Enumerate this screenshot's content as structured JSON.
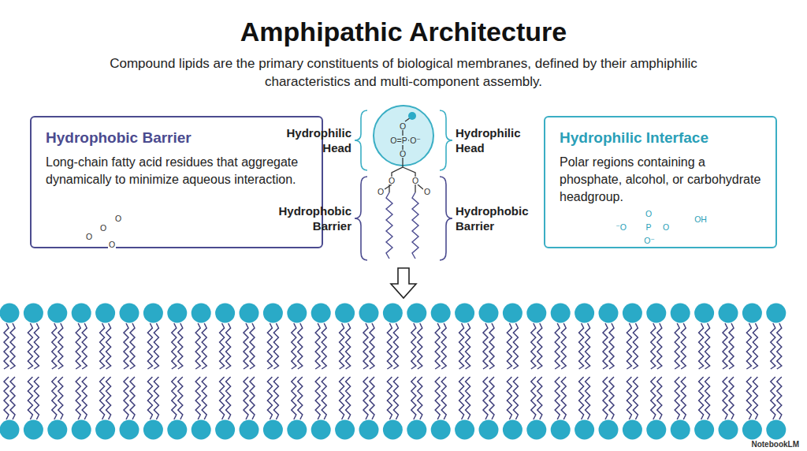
{
  "diagram": {
    "title": "Amphipathic Architecture",
    "caption": "Compound lipids are the primary constituents of biological membranes, defined by their amphiphilic characteristics and multi-component assembly.",
    "nodes": [
      {
        "text": [
          "Hydrophobic Barrier",
          "Long-chain fatty acid residues that aggregate dynamically to minimize aqueous interaction."
        ]
      },
      {
        "text": [
          "Hydrophilic Interface",
          "Polar regions containing a phosphate, alcohol, or carbohydrate headgroup."
        ]
      }
    ],
    "labels": [
      "Hydrophilic Head",
      "Hydrophilic Head",
      "Hydrophobic Barrier",
      "Hydrophobic Barrier",
      "O",
      "O",
      "O",
      "O",
      "O",
      "O=P",
      "O⁻",
      "O",
      "O",
      "O",
      "O",
      "O",
      "⁻O",
      "P",
      "O",
      "O",
      "O⁻",
      "OH",
      "NotebookLM"
    ]
  }
}
